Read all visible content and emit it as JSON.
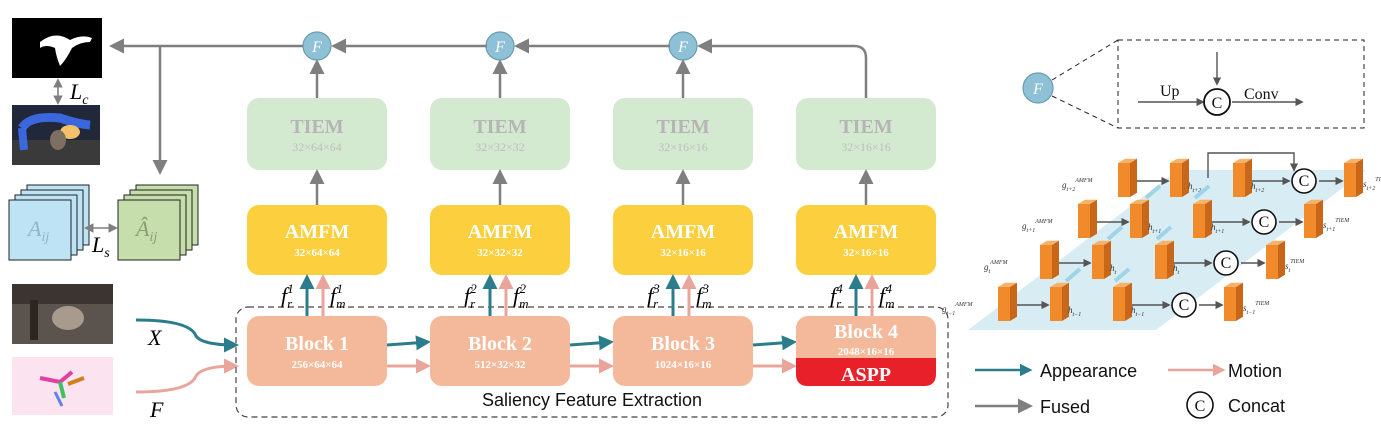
{
  "encoders": [
    {
      "label": "Block 1",
      "dims": "256×64×64"
    },
    {
      "label": "Block 2",
      "dims": "512×32×32"
    },
    {
      "label": "Block 3",
      "dims": "1024×16×16"
    },
    {
      "label": "Block 4",
      "dims": "2048×16×16"
    }
  ],
  "aspp_label": "ASPP",
  "amfm": [
    {
      "label": "AMFM",
      "dims": "32×64×64"
    },
    {
      "label": "AMFM",
      "dims": "32×32×32"
    },
    {
      "label": "AMFM",
      "dims": "32×16×16"
    },
    {
      "label": "AMFM",
      "dims": "32×16×16"
    }
  ],
  "tiem": [
    {
      "label": "TIEM",
      "dims": "32×64×64"
    },
    {
      "label": "TIEM",
      "dims": "32×32×32"
    },
    {
      "label": "TIEM",
      "dims": "32×16×16"
    },
    {
      "label": "TIEM",
      "dims": "32×16×16"
    }
  ],
  "feature_labels": [
    {
      "fr": "f",
      "fr_sub": "r",
      "fr_sup": "1",
      "fm": "f",
      "fm_sub": "m",
      "fm_sup": "1"
    },
    {
      "fr": "f",
      "fr_sub": "r",
      "fr_sup": "2",
      "fm": "f",
      "fm_sub": "m",
      "fm_sup": "2"
    },
    {
      "fr": "f",
      "fr_sub": "r",
      "fr_sup": "3",
      "fm": "f",
      "fm_sub": "m",
      "fm_sup": "3"
    },
    {
      "fr": "f",
      "fr_sub": "r",
      "fr_sup": "4",
      "fm": "f",
      "fm_sub": "m",
      "fm_sup": "4"
    }
  ],
  "fuse_symbol": "F",
  "extraction_label": "Saliency Feature Extraction",
  "input_x": "X",
  "input_f": "F",
  "loss_c": {
    "base": "L",
    "sub": "c"
  },
  "loss_s": {
    "base": "L",
    "sub": "s"
  },
  "aij": {
    "base": "A",
    "sub": "ij"
  },
  "aij_hat": {
    "base": "Â",
    "sub": "ij"
  },
  "fuse_detail": {
    "up": "Up",
    "concat": "C",
    "conv": "Conv"
  },
  "tiem_detail": {
    "rows": [
      {
        "g": "g",
        "g_sub": "t+2",
        "g_sup": "AMFM",
        "hf_sub": "t+2",
        "hb_sub": "t+2",
        "s_sub": "t+2",
        "s_sup": "TIEM"
      },
      {
        "g": "g",
        "g_sub": "t+1",
        "g_sup": "AMFM",
        "hf_sub": "t+1",
        "hb_sub": "t+1",
        "s_sub": "t+1",
        "s_sup": "TIEM"
      },
      {
        "g": "g",
        "g_sub": "t",
        "g_sup": "AMFM",
        "hf_sub": "t",
        "hb_sub": "t",
        "s_sub": "t",
        "s_sup": "TIEM"
      },
      {
        "g": "g",
        "g_sub": "t−1",
        "g_sup": "AMFM",
        "hf_sub": "t−1",
        "hb_sub": "t−1",
        "s_sub": "t−1",
        "s_sup": "TIEM"
      }
    ]
  },
  "legend": {
    "appearance": "Appearance",
    "motion": "Motion",
    "fused": "Fused",
    "concat": "Concat",
    "concat_symbol": "C"
  },
  "colors": {
    "encoder": "#f4b99a",
    "aspp": "#e8202a",
    "amfm": "#fbcf3e",
    "tiem": "#d4ead0",
    "appearance": "#2b7d8c",
    "motion": "#e9a59b",
    "fused": "#7f7f7f",
    "fuse_circle": "#8ec1d6",
    "cube": "#f08a2a",
    "plane": "#d8ecf4"
  }
}
